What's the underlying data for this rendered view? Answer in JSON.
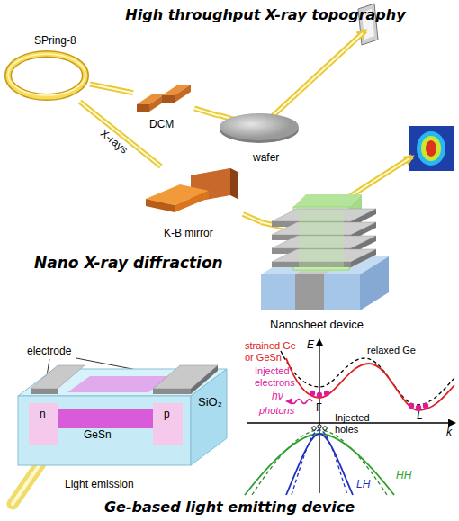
{
  "diagram": {
    "title": "High throughput X-ray topography",
    "nodes": [
      {
        "text": [
          "SPring-8"
        ]
      },
      {
        "text": [
          "DCM"
        ]
      },
      {
        "text": [
          "wafer"
        ]
      },
      {
        "text": [
          "K-B mirror"
        ]
      },
      {
        "text": [
          "Nanosheet device"
        ]
      },
      {
        "text": [
          "SiO₂"
        ]
      },
      {
        "text": [
          "GeSn"
        ],
        "in": 5
      },
      {
        "text": [
          "n"
        ],
        "in": 5
      },
      {
        "text": [
          "p"
        ],
        "in": 5
      }
    ],
    "edges": [
      {
        "from": 0,
        "to": 1,
        "arrow": "none"
      },
      {
        "from": 1,
        "to": 2,
        "arrow": "none"
      },
      {
        "from": 0,
        "to": 3,
        "label": "X-rays",
        "arrow": "none"
      },
      {
        "from": 3,
        "to": 4,
        "arrow": "none"
      }
    ],
    "labels": [
      "Nano X-ray diffraction",
      "Ge-based light emitting device",
      "electrode",
      "Light emission",
      "E",
      "k",
      "strained Ge or GeSn",
      "relaxed Ge",
      "Injected electrons",
      "hν",
      "photons",
      "Γ",
      "L",
      "Injected holes",
      "HH",
      "LH"
    ]
  }
}
